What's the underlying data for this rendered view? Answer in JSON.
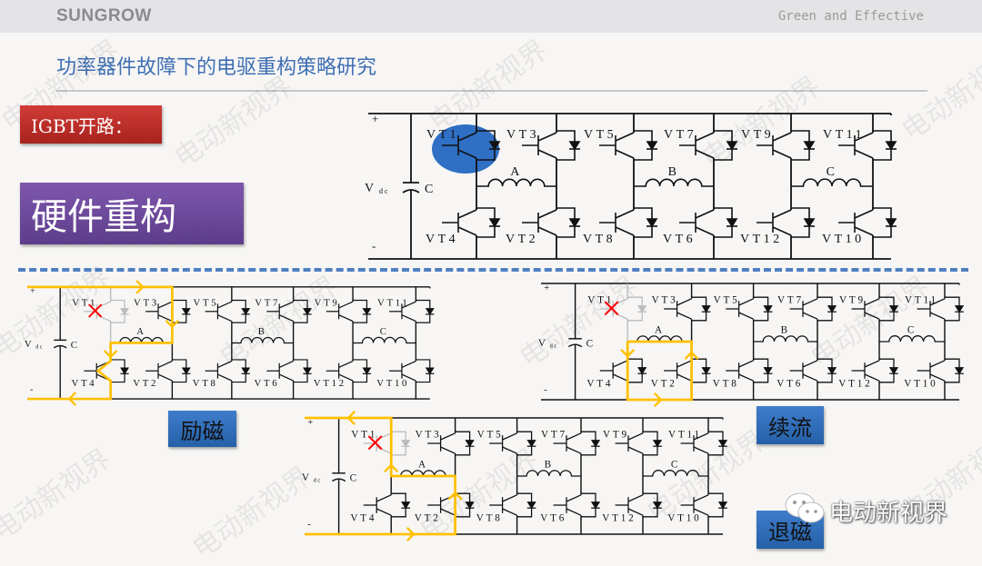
{
  "header": {
    "logo": "SUNGROW",
    "slogan": "Green and Effective"
  },
  "title": "功率器件故障下的电驱重构策略研究",
  "tags": {
    "fault": "IGBT开路：",
    "strategy": "硬件重构",
    "excite": "励磁",
    "freewheel": "续流",
    "demag": "退磁"
  },
  "watermark": "电动新视界",
  "brand_text": "电动新视界",
  "circuit": {
    "plus": "+",
    "minus": "-",
    "vdc": "V",
    "vdc_sub": "dc",
    "cap": "C",
    "upper": [
      "VT1",
      "VT3",
      "VT5",
      "VT7",
      "VT9",
      "VT11"
    ],
    "lower": [
      "VT4",
      "VT2",
      "VT8",
      "VT6",
      "VT12",
      "VT10"
    ],
    "phases": [
      "A",
      "B",
      "C"
    ]
  },
  "colors": {
    "highlight": "#ffc000",
    "fault_mark": "#ff0000",
    "focus": "#2f6fc4"
  }
}
